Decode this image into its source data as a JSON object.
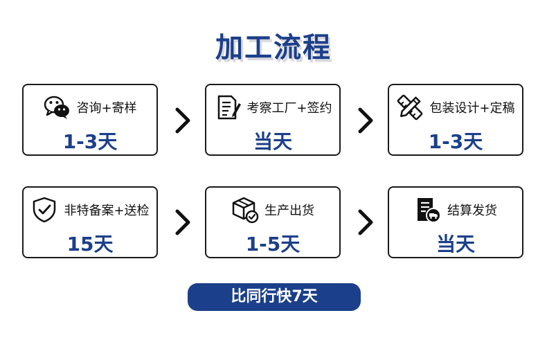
{
  "title": "加工流程",
  "steps": [
    {
      "label": "咨询+寄样",
      "duration": "1-3天",
      "icon": "wechat-icon"
    },
    {
      "label": "考察工厂+签约",
      "duration": "当天",
      "icon": "contract-icon"
    },
    {
      "label": "包装设计+定稿",
      "duration": "1-3天",
      "icon": "design-tools-icon"
    },
    {
      "label": "非特备案+送检",
      "duration": "15天",
      "icon": "shield-check-icon"
    },
    {
      "label": "生产出货",
      "duration": "1-5天",
      "icon": "package-check-icon"
    },
    {
      "label": "结算发货",
      "duration": "当天",
      "icon": "invoice-delivery-icon"
    }
  ],
  "badge": "比同行快7天",
  "colors": {
    "accent": "#1b3f8a",
    "border": "#1a1a1a"
  }
}
